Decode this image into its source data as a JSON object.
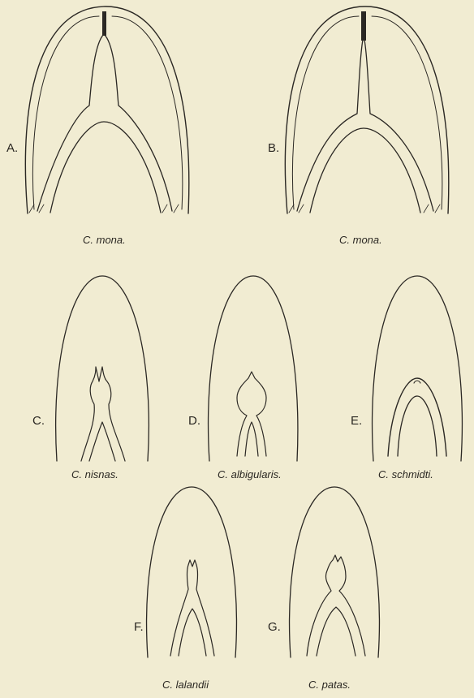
{
  "figures": [
    {
      "letter": "A.",
      "caption": "C. mona."
    },
    {
      "letter": "B.",
      "caption": "C. mona."
    },
    {
      "letter": "C.",
      "caption": "C. nisnas."
    },
    {
      "letter": "D.",
      "caption": "C. albigularis."
    },
    {
      "letter": "E.",
      "caption": "C. schmidti."
    },
    {
      "letter": "F.",
      "caption": "C. lalandii"
    },
    {
      "letter": "G.",
      "caption": "C. patas."
    }
  ]
}
